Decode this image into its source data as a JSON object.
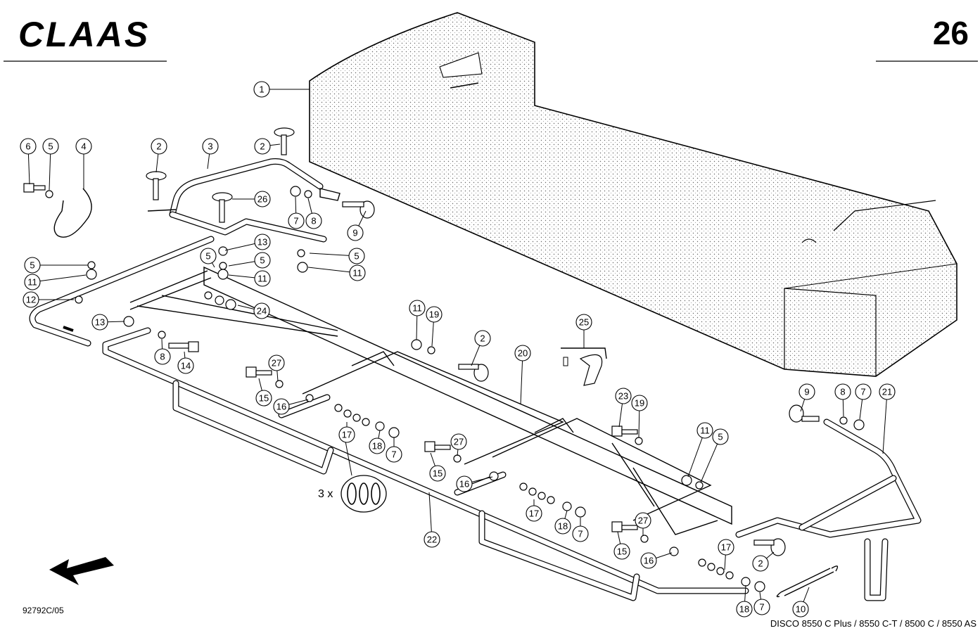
{
  "header": {
    "brand": "CLAAS",
    "page_number": "26"
  },
  "footer": {
    "drawing_number": "92792C/05",
    "models": "DISCO 8550 C Plus / 8550 C-T / 8500 C / 8550 AS"
  },
  "annotations": {
    "quantity_note": "3 x"
  },
  "callouts": [
    {
      "label": "1"
    },
    {
      "label": "2"
    },
    {
      "label": "2"
    },
    {
      "label": "2"
    },
    {
      "label": "2"
    },
    {
      "label": "3"
    },
    {
      "label": "4"
    },
    {
      "label": "5"
    },
    {
      "label": "5"
    },
    {
      "label": "5"
    },
    {
      "label": "5"
    },
    {
      "label": "5"
    },
    {
      "label": "5"
    },
    {
      "label": "6"
    },
    {
      "label": "7"
    },
    {
      "label": "7"
    },
    {
      "label": "7"
    },
    {
      "label": "7"
    },
    {
      "label": "7"
    },
    {
      "label": "8"
    },
    {
      "label": "8"
    },
    {
      "label": "8"
    },
    {
      "label": "9"
    },
    {
      "label": "9"
    },
    {
      "label": "10"
    },
    {
      "label": "11"
    },
    {
      "label": "11"
    },
    {
      "label": "11"
    },
    {
      "label": "11"
    },
    {
      "label": "11"
    },
    {
      "label": "12"
    },
    {
      "label": "13"
    },
    {
      "label": "13"
    },
    {
      "label": "14"
    },
    {
      "label": "15"
    },
    {
      "label": "15"
    },
    {
      "label": "15"
    },
    {
      "label": "16"
    },
    {
      "label": "16"
    },
    {
      "label": "16"
    },
    {
      "label": "17"
    },
    {
      "label": "17"
    },
    {
      "label": "17"
    },
    {
      "label": "18"
    },
    {
      "label": "18"
    },
    {
      "label": "18"
    },
    {
      "label": "19"
    },
    {
      "label": "19"
    },
    {
      "label": "20"
    },
    {
      "label": "21"
    },
    {
      "label": "22"
    },
    {
      "label": "23"
    },
    {
      "label": "24"
    },
    {
      "label": "25"
    },
    {
      "label": "26"
    },
    {
      "label": "27"
    },
    {
      "label": "27"
    },
    {
      "label": "27"
    }
  ],
  "icons": {
    "direction_arrow": "arrow-down-left-icon"
  }
}
